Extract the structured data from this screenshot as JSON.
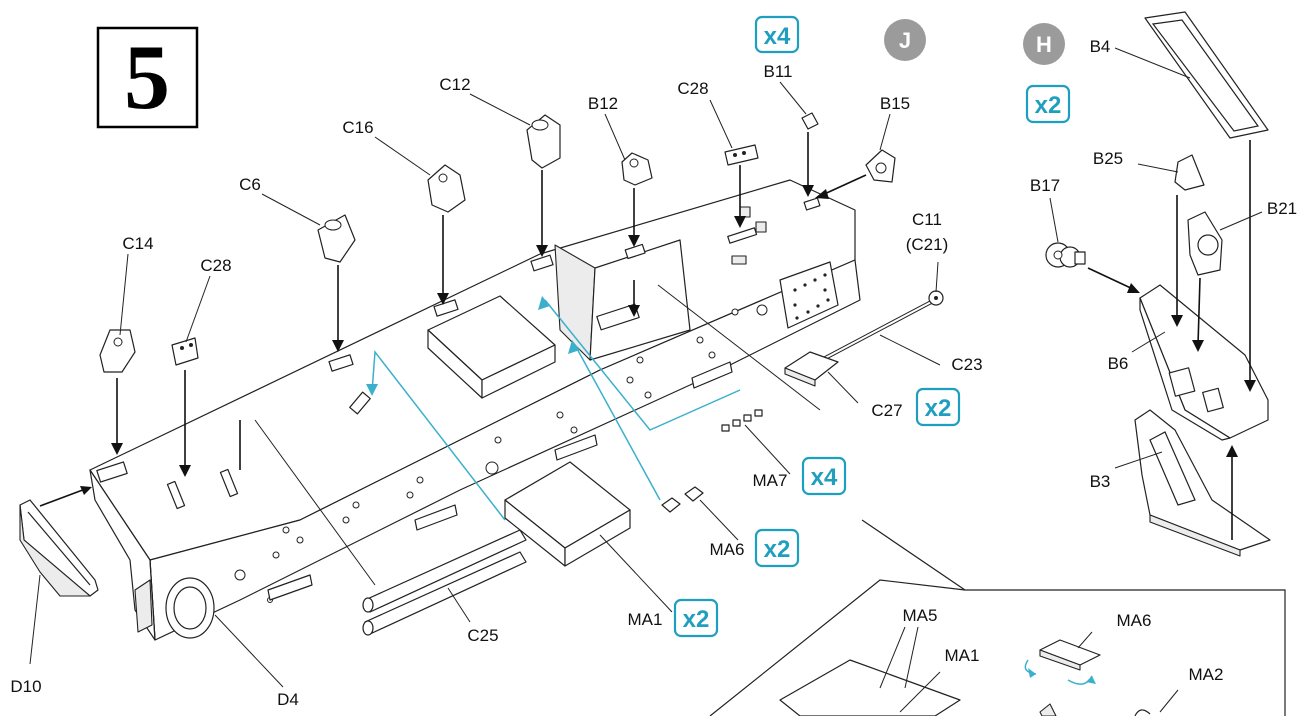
{
  "step_number": "5",
  "variant_markers": {
    "j": "J",
    "h": "H"
  },
  "colors": {
    "accent": "#1f9fc0",
    "marker_grey": "#9b9b9b",
    "ink": "#111111",
    "blue_guide": "#3ab0cc"
  },
  "multipliers": {
    "b11": "x4",
    "h_group": "x2",
    "c27": "x2",
    "ma7": "x4",
    "ma6": "x2",
    "ma1": "x2"
  },
  "labels": {
    "b4": "B4",
    "b11": "B11",
    "b12": "B12",
    "b15": "B15",
    "b17": "B17",
    "b21": "B21",
    "b25": "B25",
    "b6": "B6",
    "b3": "B3",
    "c6": "C6",
    "c11": "C11",
    "c21": "(C21)",
    "c12": "C12",
    "c14": "C14",
    "c16": "C16",
    "c23": "C23",
    "c25": "C25",
    "c27": "C27",
    "c28_left": "C28",
    "c28_right": "C28",
    "d4": "D4",
    "d10": "D10",
    "ma1": "MA1",
    "ma6": "MA6",
    "ma7": "MA7",
    "detail_ma5": "MA5",
    "detail_ma1": "MA1",
    "detail_ma6": "MA6",
    "detail_ma2": "MA2"
  }
}
